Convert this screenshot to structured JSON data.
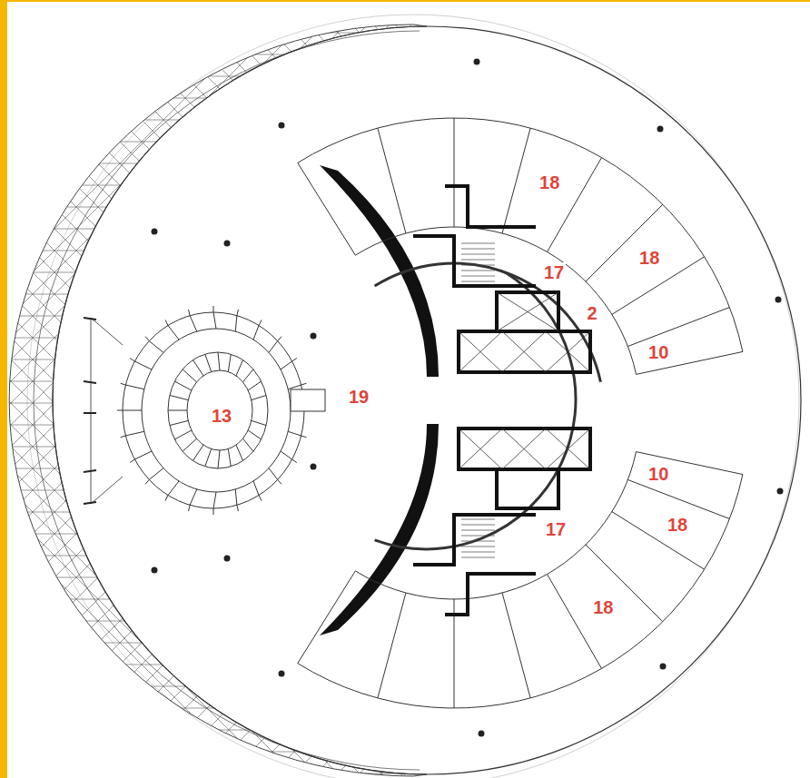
{
  "diagram": {
    "labels": [
      "18",
      "18",
      "17",
      "2",
      "10",
      "19",
      "13",
      "10",
      "18",
      "17",
      "18"
    ]
  }
}
